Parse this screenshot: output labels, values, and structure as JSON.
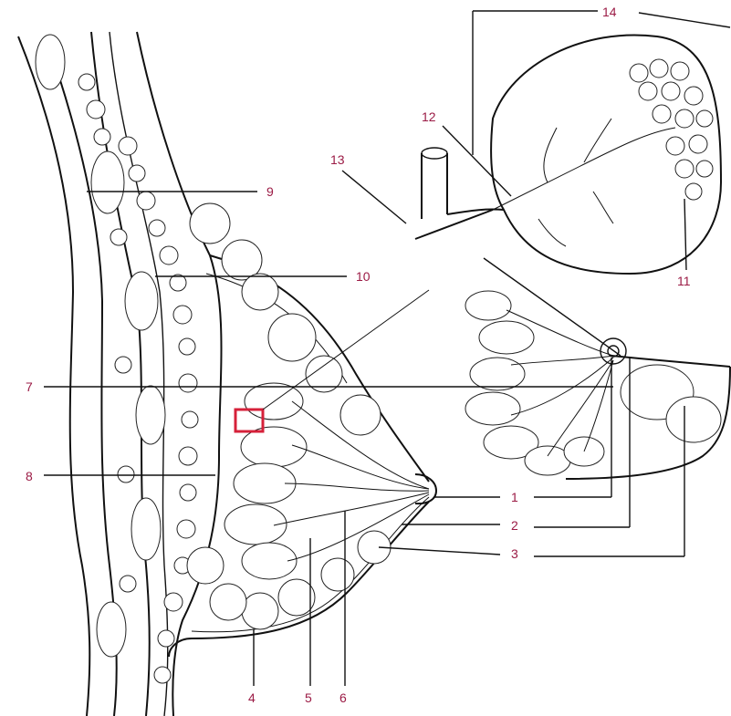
{
  "labels": {
    "l1": "1",
    "l2": "2",
    "l3": "3",
    "l4": "4",
    "l5": "5",
    "l6": "6",
    "l7": "7",
    "l8": "8",
    "l9": "9",
    "l10": "10",
    "l11": "11",
    "l12": "12",
    "l13": "13",
    "l14": "14"
  },
  "colors": {
    "label": "#9b1b45",
    "highlight": "#d6213a",
    "ink": "#111111"
  }
}
